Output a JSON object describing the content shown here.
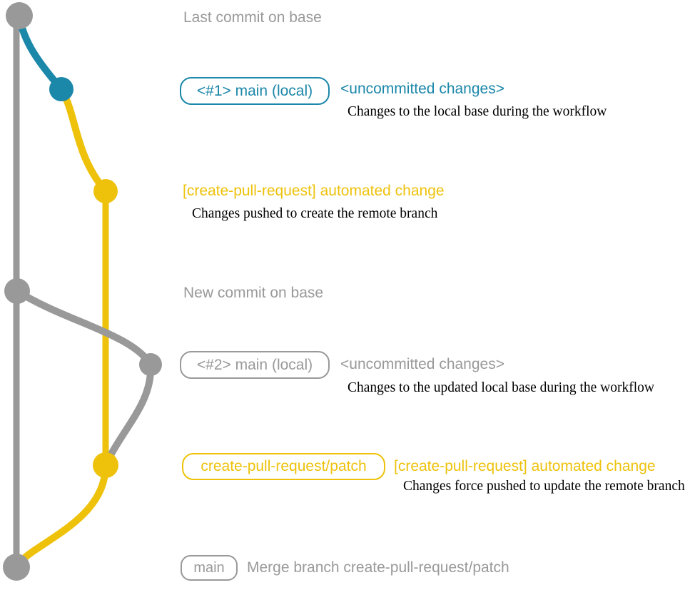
{
  "colors": {
    "gray": "#999999",
    "teal": "#1b87a9",
    "yellow": "#eec20b",
    "caption_text": "#000000",
    "background": "#ffffff"
  },
  "diagram": {
    "type": "git-graph",
    "branches": [
      {
        "name": "base",
        "color_key": "gray"
      },
      {
        "name": "main (local)",
        "color_key": "teal"
      },
      {
        "name": "create-pull-request/patch",
        "color_key": "yellow"
      }
    ],
    "commits": [
      {
        "color": "gray",
        "label": "Last commit on base"
      },
      {
        "color": "teal",
        "label": "<#1> main (local) <uncommitted changes>"
      },
      {
        "color": "yellow",
        "label": "[create-pull-request] automated change"
      },
      {
        "color": "gray",
        "label": "New commit on base"
      },
      {
        "color": "gray",
        "label": "<#2> main (local) <uncommitted changes>"
      },
      {
        "color": "yellow",
        "label": "create-pull-request/patch [create-pull-request] automated change"
      },
      {
        "color": "gray",
        "label": "main Merge branch create-pull-request/patch"
      }
    ]
  },
  "rows": [
    {
      "title": "Last commit on base"
    },
    {
      "branch_label": "<#1> main (local)",
      "message": "<uncommitted changes>",
      "caption": "Changes to the local base during the workflow"
    },
    {
      "message": "[create-pull-request] automated change",
      "caption": "Changes pushed to create the remote branch"
    },
    {
      "title": "New commit on base"
    },
    {
      "branch_label": "<#2> main (local)",
      "message": "<uncommitted changes>",
      "caption": "Changes to the updated local base during the workflow"
    },
    {
      "branch_label": "create-pull-request/patch",
      "message": "[create-pull-request] automated change",
      "caption": "Changes force pushed to update the remote branch"
    },
    {
      "branch_label": "main",
      "message": "Merge branch create-pull-request/patch"
    }
  ]
}
